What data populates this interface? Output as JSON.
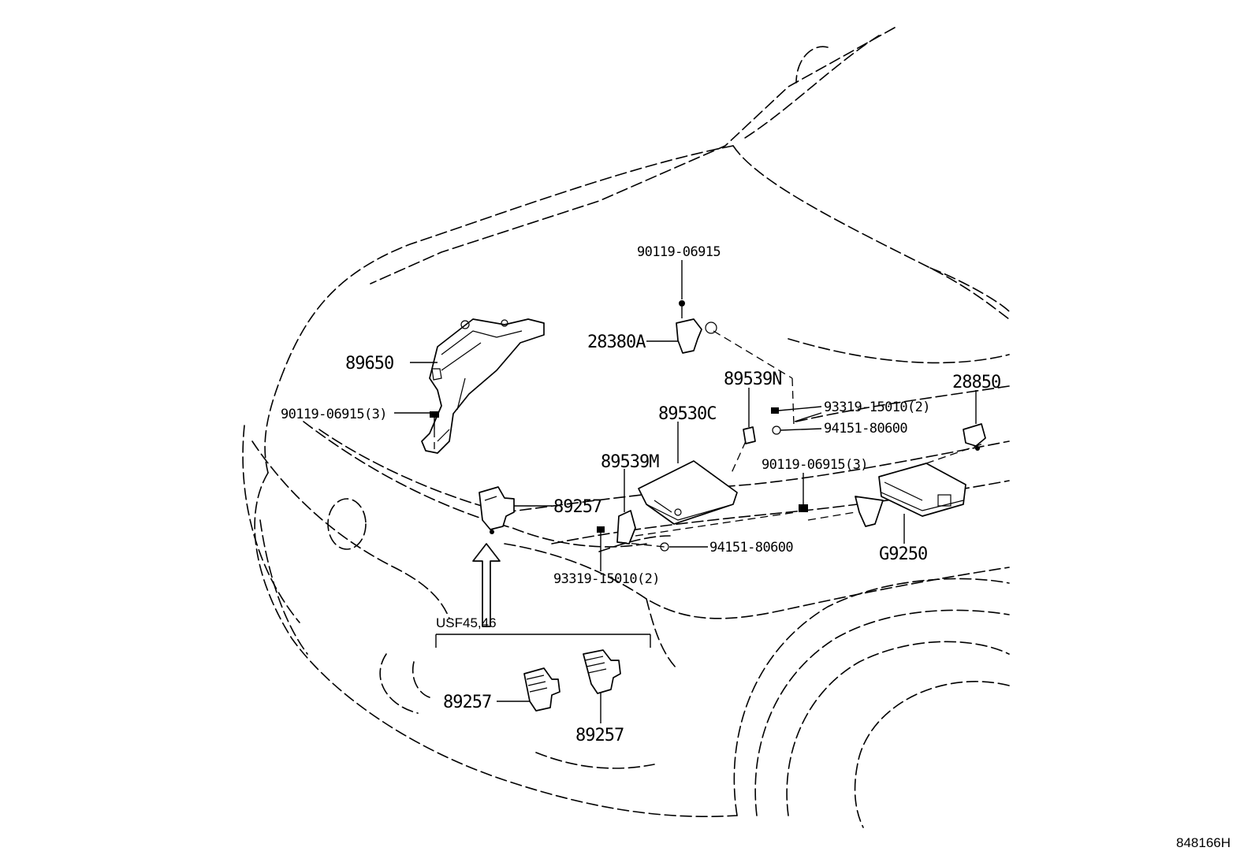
{
  "diagram_id": "848166H",
  "parts": {
    "p89650": "89650",
    "p90119_06915_3_left": "90119-06915(3)",
    "p90119_06915_top": "90119-06915",
    "p28380A": "28380A",
    "p89539N": "89539N",
    "p89530C": "89530C",
    "p89539M": "89539M",
    "p89257_main": "89257",
    "p93319_15010_2_upper": "93319-15010(2)",
    "p94151_80600_upper": "94151-80600",
    "p90119_06915_3_right": "90119-06915(3)",
    "p94151_80600_lower": "94151-80600",
    "p93319_15010_2_lower": "93319-15010(2)",
    "p28850": "28850",
    "pG9250": "G9250",
    "p89257_usf_left": "89257",
    "p89257_usf_right": "89257"
  },
  "variant_note": "USF45,46"
}
